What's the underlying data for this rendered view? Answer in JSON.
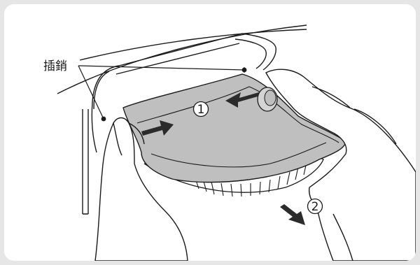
{
  "callout": {
    "label": "插銷"
  },
  "steps": [
    {
      "number": "1"
    },
    {
      "number": "2"
    }
  ],
  "colors": {
    "page_background": "#e6e6e6",
    "panel_background": "#ffffff",
    "filter_fill": "#bfbfbf",
    "line": "#1a1a1a",
    "arrow": "#2b2b2b"
  }
}
